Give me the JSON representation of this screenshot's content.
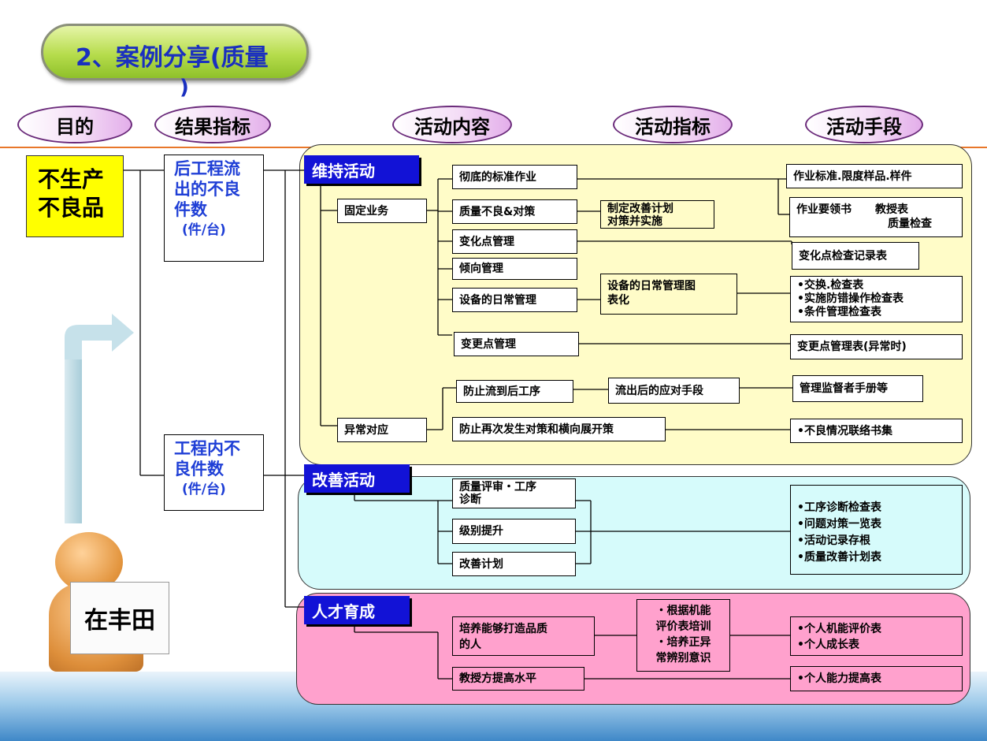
{
  "title": {
    "text": "2、案例分享(质量",
    "paren": ")"
  },
  "headers": {
    "purpose": "目的",
    "result_kpi": "结果指标",
    "activity_content": "活动内容",
    "activity_kpi": "活动指标",
    "activity_means": "活动手段"
  },
  "goal": {
    "line1": "不生产",
    "line2": "不良品"
  },
  "kpi_outflow": {
    "line1": "后工程流",
    "line2": "出的不良",
    "line3": "件数",
    "unit": "(件/台)"
  },
  "kpi_inprocess": {
    "line1": "工程内不",
    "line2": "良件数",
    "unit": "(件/台)"
  },
  "sign": "在丰田",
  "maintain": {
    "label": "维持活动",
    "fixed": "固定业务",
    "abnormal": "异常对应",
    "std_work": "彻底的标准作业",
    "quality_defect": "质量不良&对策",
    "change_point": "变化点管理",
    "trend": "倾向管理",
    "equip_daily": "设备的日常管理",
    "alteration": "变更点管理",
    "plan": {
      "line1": "制定改善计划",
      "line2": "对策并实施"
    },
    "equip_chart": {
      "line1": "设备的日常管理图",
      "line2": "表化"
    },
    "prevent_outflow": "防止流到后工序",
    "after_outflow": "流出后的应对手段",
    "prevent_recur": "防止再次发生对策和横向展开策",
    "means": {
      "std_docs": "作业标准.限度样品.样件",
      "instr_1": "作业要领书",
      "instr_2": "教授表",
      "instr_3": "质量检查",
      "change_record": "变化点检查记录表",
      "equip_1": "•交换.检查表",
      "equip_2": "•实施防错操作检查表",
      "equip_3": "•条件管理检查表",
      "alteration_table": "变更点管理表(异常时)",
      "supervisor": "管理监督者手册等",
      "defect_contact": "•不良情况联络书集"
    }
  },
  "improve": {
    "label": "改善活动",
    "review": {
      "line1": "质量评审・工序",
      "line2": "诊断"
    },
    "level_up": "级别提升",
    "plan": "改善计划",
    "means": [
      "•工序诊断检查表",
      "•问题对策一览表",
      "•活动记录存根",
      "•质量改善计划表"
    ]
  },
  "talent": {
    "label": "人才育成",
    "build": {
      "line1": "培养能够打造品质",
      "line2": "的人"
    },
    "teach": "教授方提高水平",
    "training": {
      "line1": "・根据机能",
      "line2": "评价表培训",
      "line3": "・培养正异",
      "line4": "常辨别意识"
    },
    "means_eval": [
      "•个人机能评价表",
      "•个人成长表"
    ],
    "means_ability": "•个人能力提高表"
  },
  "colors": {
    "title": "#1a2fbf",
    "goal": "#ffff00",
    "category": "#1212d6",
    "zone_maintain": "#fffcc8",
    "zone_improve": "#d6fbfb",
    "zone_talent": "#ffa1cd",
    "rule": "#e8772a"
  }
}
